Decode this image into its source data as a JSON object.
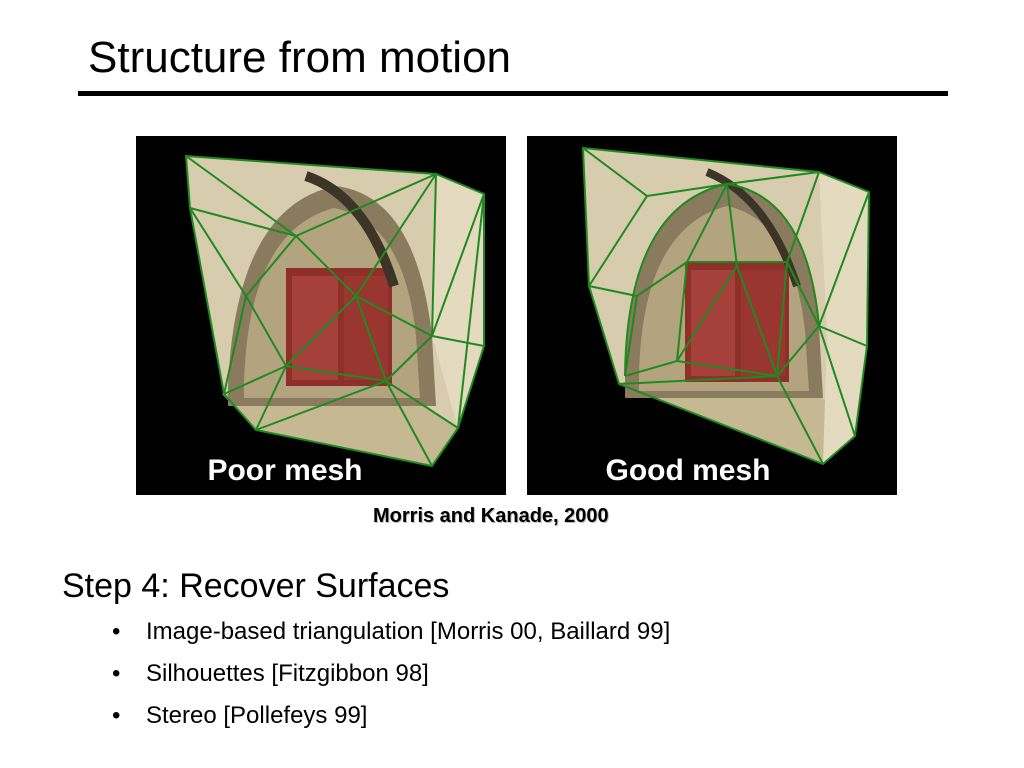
{
  "slide": {
    "title": "Structure from motion",
    "figures": [
      {
        "caption": "Poor mesh"
      },
      {
        "caption": "Good mesh"
      }
    ],
    "citation": "Morris and Kanade, 2000",
    "heading": "Step 4:  Recover Surfaces",
    "bullet_marker": "•",
    "bullets": [
      "Image-based triangulation  [Morris 00, Baillard 99]",
      "Silhouettes  [Fitzgibbon 98]",
      "Stereo  [Pollefeys 99]"
    ]
  },
  "colors": {
    "mesh": "#1f8a1f",
    "stone": "#d8ccae",
    "door": "#8e2f2a",
    "background": "#000000"
  }
}
